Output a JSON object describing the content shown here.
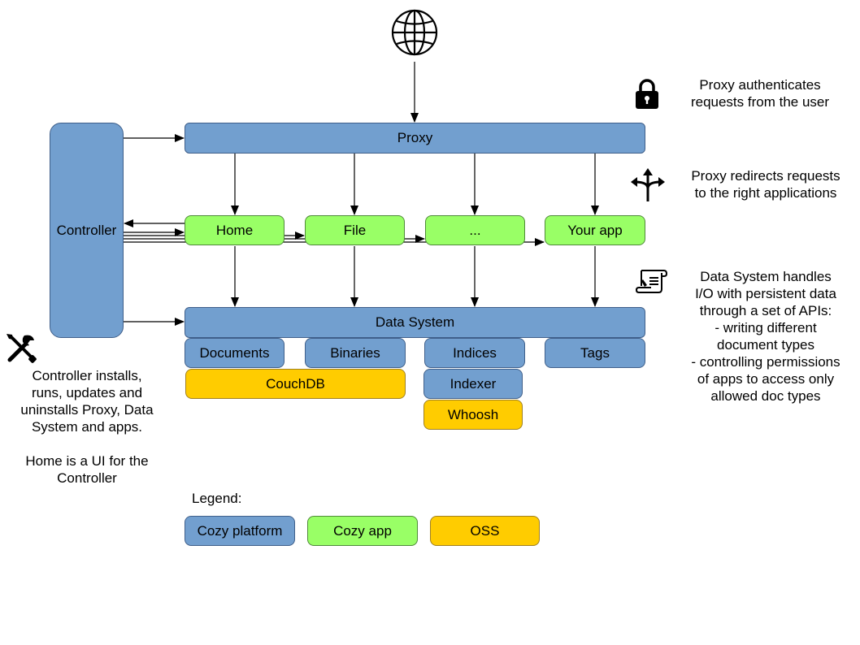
{
  "nodes": {
    "proxy": "Proxy",
    "controller": "Controller",
    "home": "Home",
    "file": "File",
    "ellipsis": "...",
    "your_app": "Your app",
    "data_system": "Data System",
    "documents": "Documents",
    "binaries": "Binaries",
    "indices": "Indices",
    "tags": "Tags",
    "couchdb": "CouchDB",
    "indexer": "Indexer",
    "whoosh": "Whoosh"
  },
  "notes": {
    "proxy_auth": "Proxy authenticates\nrequests from the user",
    "proxy_redirect": "Proxy redirects requests\nto the right applications",
    "data_system": "Data System handles\nI/O with persistent data\nthrough a set of APIs:\n- writing different\ndocument types\n- controlling permissions\nof apps to access only\nallowed doc types",
    "controller": "Controller installs,\nruns, updates and\nuninstalls Proxy, Data\nSystem and apps.\n\nHome is a UI for the\nController"
  },
  "legend": {
    "title": "Legend:",
    "items": [
      "Cozy platform",
      "Cozy app",
      "OSS"
    ]
  },
  "colors": {
    "platform": "#729fcf",
    "app": "#99ff66",
    "oss": "#ffcc00"
  },
  "icons": [
    "globe-icon",
    "lock-icon",
    "split-arrows-icon",
    "scroll-icon",
    "tools-icon"
  ]
}
